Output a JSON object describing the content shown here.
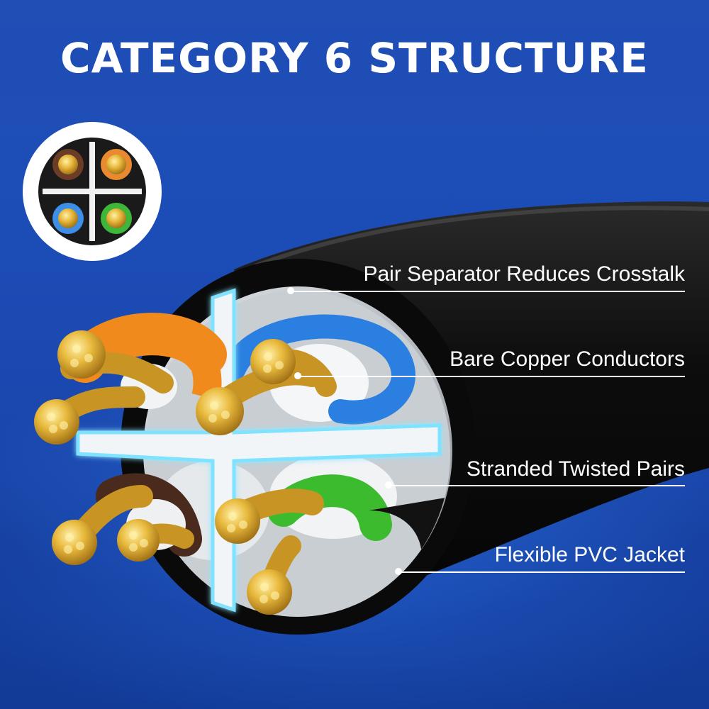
{
  "title": "CATEGORY 6 STRUCTURE",
  "callouts": [
    {
      "label": "Pair Separator Reduces Crosstalk"
    },
    {
      "label": "Bare Copper Conductors"
    },
    {
      "label": "Stranded Twisted Pairs"
    },
    {
      "label": "Flexible PVC Jacket"
    }
  ],
  "colors": {
    "background": "#1c4cb6",
    "jacket": "#111111",
    "separator": "#e9eef3",
    "separator_glow": "#7fe3ff",
    "copper": "#e3b53a",
    "pair_orange": "#f08a1c",
    "pair_blue": "#2a7fe0",
    "pair_green": "#3dbb2f",
    "pair_brown": "#4a2a1c"
  }
}
